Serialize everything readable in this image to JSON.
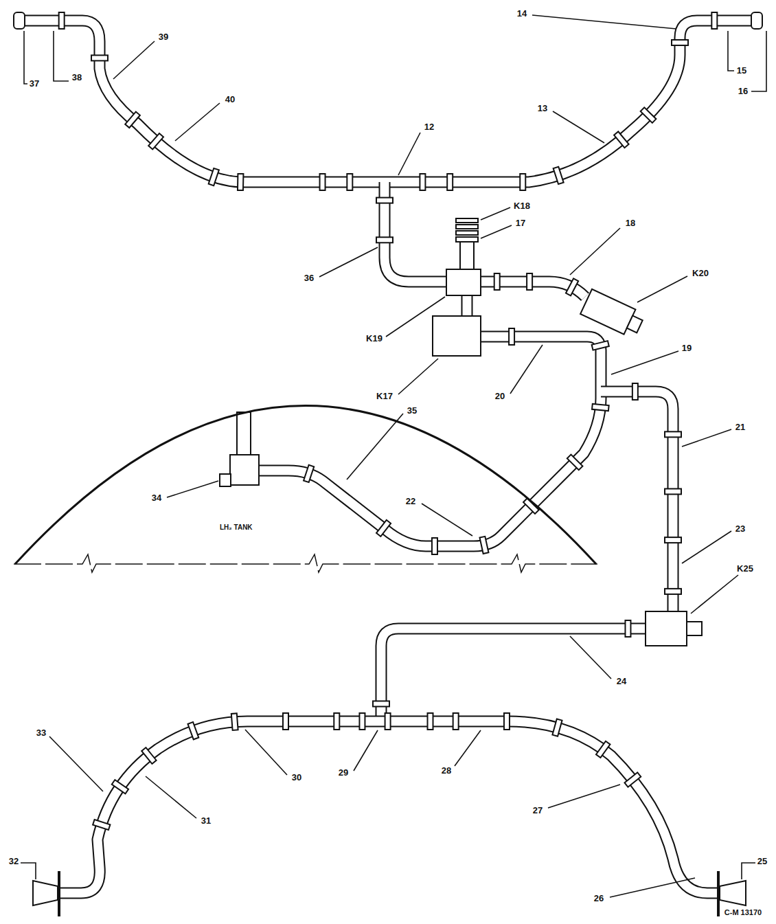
{
  "diagram": {
    "nodes": [
      {
        "text": [
          "LH₂ TANK"
        ]
      }
    ],
    "labels": [
      "37",
      "38",
      "39",
      "40",
      "12",
      "13",
      "14",
      "15",
      "16",
      "K18",
      "17",
      "18",
      "36",
      "K20",
      "K19",
      "19",
      "K17",
      "20",
      "21",
      "35",
      "34",
      "22",
      "23",
      "K25",
      "24",
      "33",
      "30",
      "29",
      "28",
      "31",
      "27",
      "32",
      "25",
      "26",
      "C-M 13170"
    ]
  }
}
